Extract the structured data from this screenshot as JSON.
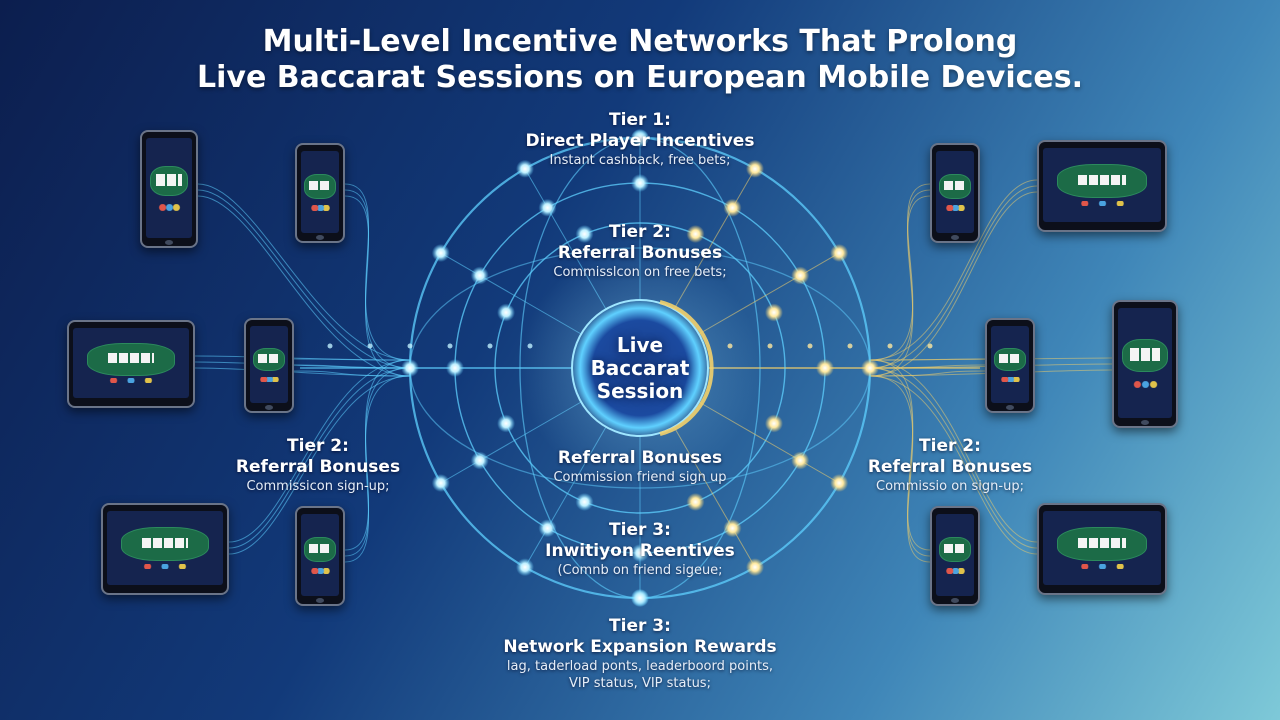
{
  "title": {
    "line1": "Multi-Level Incentive Networks That Prolong",
    "line2": "Live Baccarat Sessions on European Mobile Devices."
  },
  "center": {
    "line1": "Live",
    "line2": "Baccarat",
    "line3": "Session"
  },
  "labels": {
    "tier1_top": {
      "tier": "Tier 1:",
      "heading": "Direct Player Incentives",
      "sub": "Instant cashback, free bets;"
    },
    "tier2_top": {
      "tier": "Tier 2:",
      "heading": "Referral Bonuses",
      "sub": "Commisslcon on free bets;"
    },
    "tier2_center": {
      "heading": "Referral Bonuses",
      "sub": "Commission friend sign up"
    },
    "tier3_center": {
      "tier": "Tier 3:",
      "heading": "Inwitiyon Reentives",
      "sub": "(Comnb on friend sigeue;"
    },
    "tier3_bottom": {
      "tier": "Tier 3:",
      "heading": "Network Expansion Rewards",
      "sub1": "lag, taderload ponts, leaderboord points,",
      "sub2": "VIP status, VIP status;"
    },
    "tier2_left": {
      "tier": "Tier 2:",
      "heading": "Referral Bonuses",
      "sub": "Commissicon sign-up;"
    },
    "tier2_right": {
      "tier": "Tier 2:",
      "heading": "Referral Bonuses",
      "sub": "Commissio on sign-up;"
    }
  },
  "colors": {
    "network_blue": "#5fd0ff",
    "network_gold": "#f2d06b",
    "node_glow": "#bff0ff"
  },
  "devices": [
    "phone",
    "phone",
    "tablet",
    "phone",
    "tablet",
    "phone",
    "phone",
    "tablet",
    "phone",
    "phone",
    "tablet",
    "phone"
  ]
}
